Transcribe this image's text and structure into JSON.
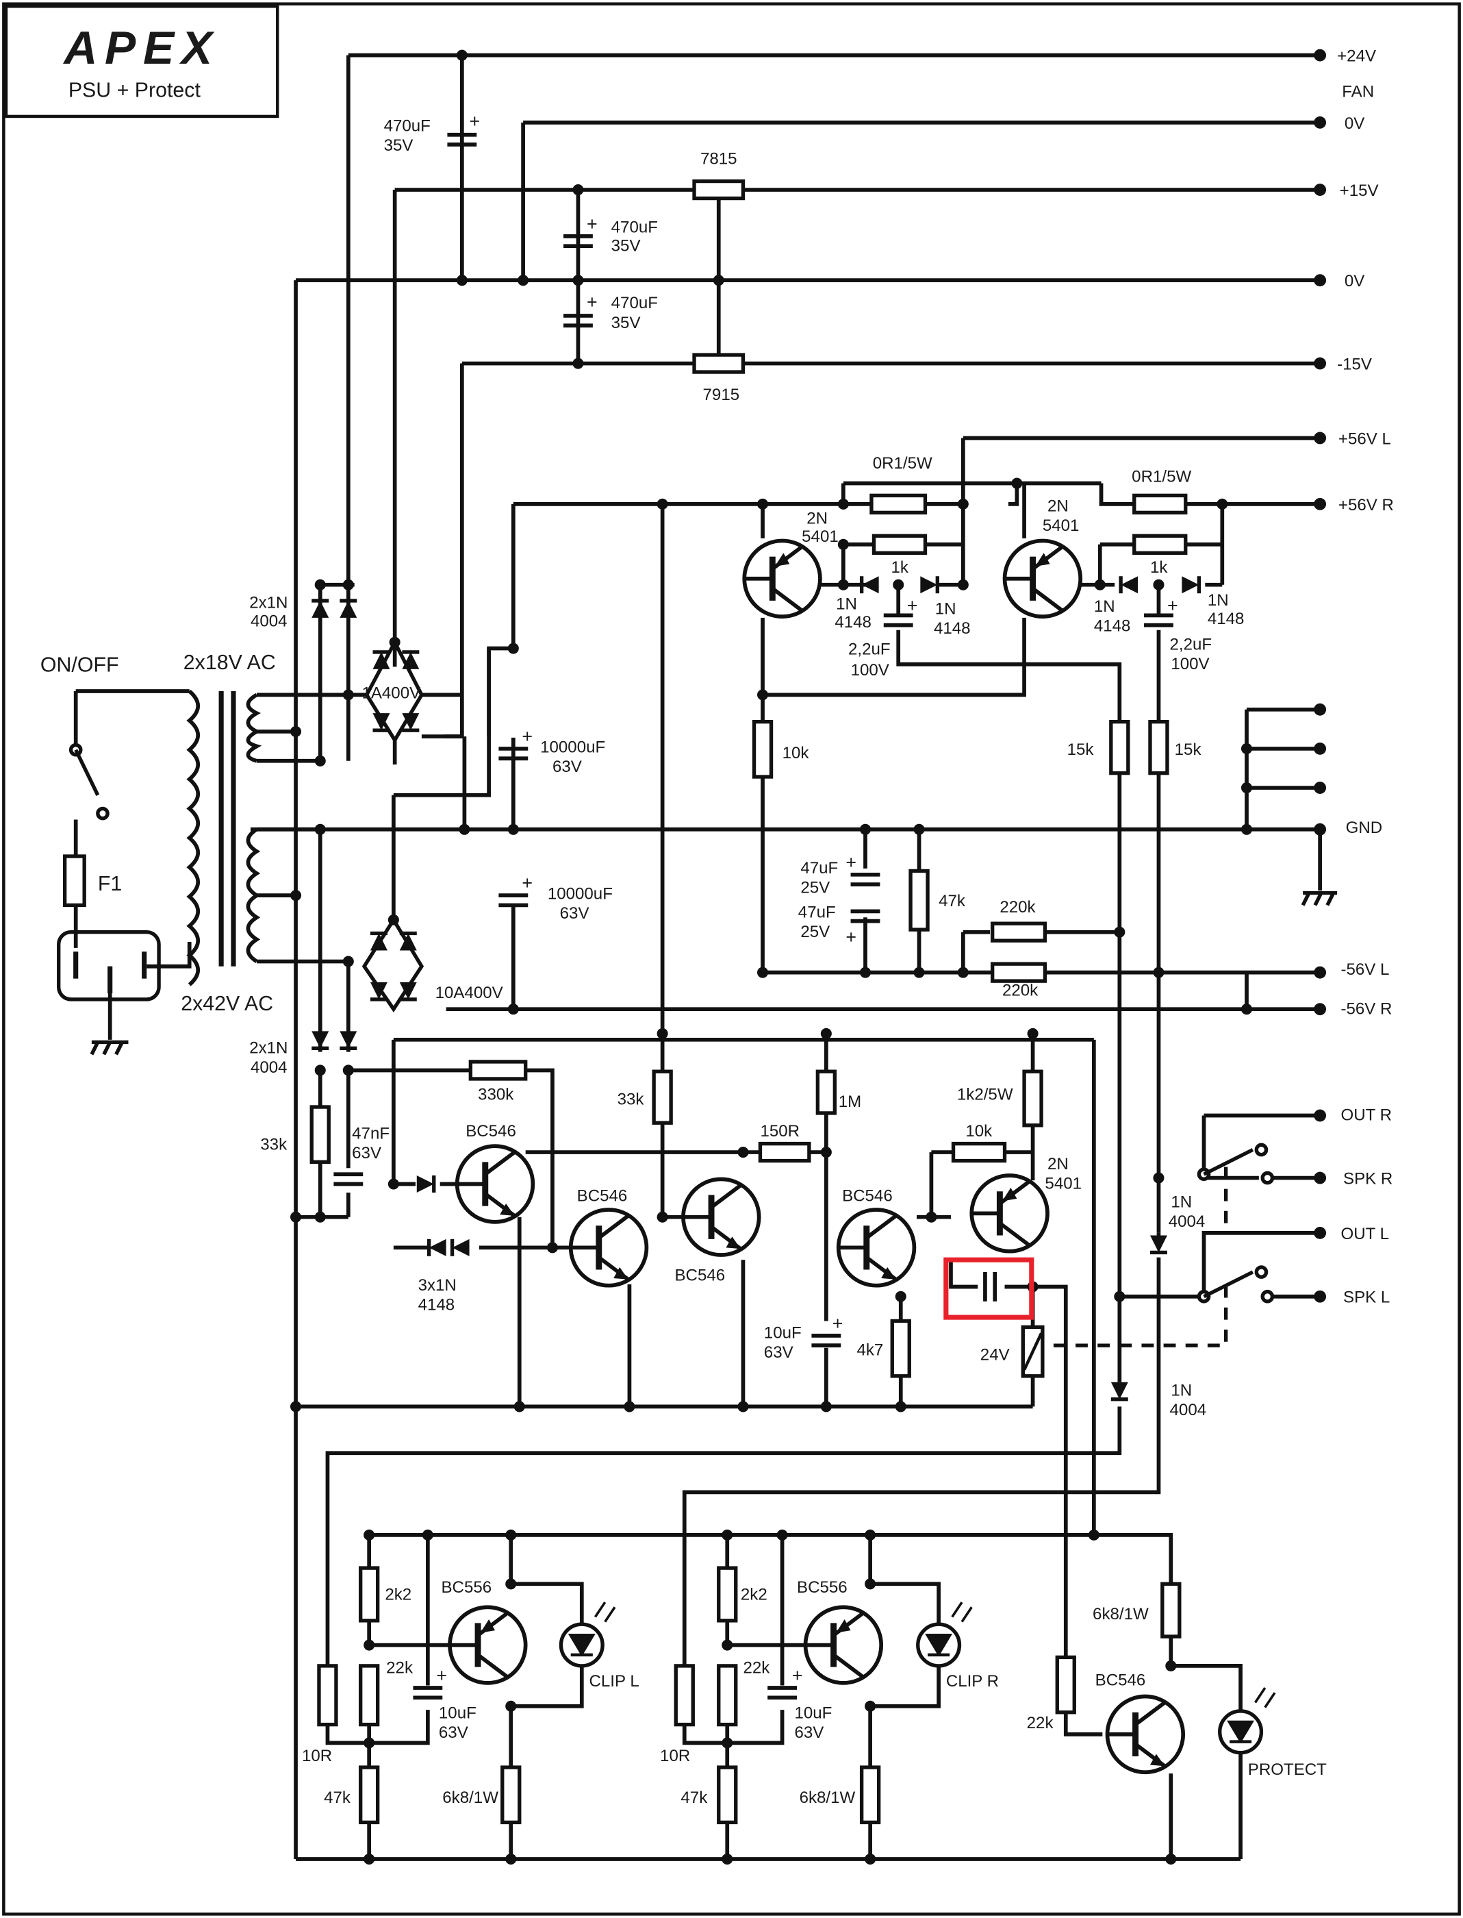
{
  "logo": {
    "text": "APEX",
    "subtitle": "PSU + Protect"
  },
  "power_outputs": [
    {
      "label": "+24V"
    },
    {
      "label": "FAN"
    },
    {
      "label": "0V"
    },
    {
      "label": "+15V"
    },
    {
      "label": "0V"
    },
    {
      "label": "-15V"
    },
    {
      "label": "+56V L"
    },
    {
      "label": "+56V R"
    },
    {
      "label": "GND"
    },
    {
      "label": "-56V L"
    },
    {
      "label": "-56V R"
    }
  ],
  "speaker_terminals": [
    {
      "label": "OUT R"
    },
    {
      "label": "SPK R"
    },
    {
      "label": "OUT L"
    },
    {
      "label": "SPK L"
    }
  ],
  "mains": {
    "switch_label": "ON/OFF",
    "fuse_label": "F1",
    "secondary_top": "2x18V AC",
    "secondary_bottom": "2x42V AC"
  },
  "components": {
    "c_470_top": [
      "470uF",
      "35V"
    ],
    "c_470_mid1": [
      "470uF",
      "35V"
    ],
    "c_470_mid2": [
      "470uF",
      "35V"
    ],
    "reg_pos": "7815",
    "reg_neg": "7915",
    "res_0r1_l": "0R1/5W",
    "res_0r1_r": "0R1/5W",
    "q_2n5401_l": [
      "2N",
      "5401"
    ],
    "q_2n5401_r": [
      "2N",
      "5401"
    ],
    "res_1k_l": "1k",
    "res_1k_r": "1k",
    "d_1n4148_l1": [
      "1N",
      "4148"
    ],
    "d_1n4148_l2": [
      "1N",
      "4148"
    ],
    "d_1n4148_r1": [
      "1N",
      "4148"
    ],
    "d_1n4148_r2": [
      "1N",
      "4148"
    ],
    "c_2u2_l": [
      "2,2uF",
      "100V"
    ],
    "c_2u2_r": [
      "2,2uF",
      "100V"
    ],
    "d_bridge_upper": [
      "2x1N",
      "4004"
    ],
    "bridge_small": "1A400V",
    "c_10000_top": [
      "10000uF",
      "63V"
    ],
    "c_10000_bot": [
      "10000uF",
      "63V"
    ],
    "res_10k_mid": "10k",
    "res_15k_a": "15k",
    "res_15k_b": "15k",
    "c_47u_a": [
      "47uF",
      "25V"
    ],
    "c_47u_b": [
      "47uF",
      "25V"
    ],
    "res_47k_mid": "47k",
    "res_220k_a": "220k",
    "res_220k_b": "220k",
    "bridge_big": "10A400V",
    "d_bridge_lower": [
      "2x1N",
      "4004"
    ],
    "res_330k": "330k",
    "res_33k_left": "33k",
    "c_47n": [
      "47nF",
      "63V"
    ],
    "q_bc546_a": "BC546",
    "d_3x1n4148": [
      "3x1N",
      "4148"
    ],
    "q_bc546_b": "BC546",
    "res_33k_mid": "33k",
    "q_bc546_c": "BC546",
    "res_150r": "150R",
    "res_1m": "1M",
    "c_10u_mid": [
      "10uF",
      "63V"
    ],
    "q_bc546_d": "BC546",
    "res_4k7": "4k7",
    "res_1k2": "1k2/5W",
    "res_10k_b": "10k",
    "q_2n5401_c": [
      "2N",
      "5401"
    ],
    "relay": "24V",
    "d_1n4004_a": [
      "1N",
      "4004"
    ],
    "d_1n4004_b": [
      "1N",
      "4004"
    ],
    "res_2k2_l": "2k2",
    "q_bc556_l": "BC556",
    "res_22k_l": "22k",
    "c_10u_l": [
      "10uF",
      "63V"
    ],
    "res_10r_l": "10R",
    "res_47k_l": "47k",
    "res_6k8_l": "6k8/1W",
    "led_clip_l": "CLIP L",
    "res_2k2_r": "2k2",
    "q_bc556_r": "BC556",
    "res_22k_r": "22k",
    "c_10u_r": [
      "10uF",
      "63V"
    ],
    "res_10r_r": "10R",
    "res_47k_r": "47k",
    "res_6k8_r": "6k8/1W",
    "led_clip_r": "CLIP R",
    "res_6k8_p": "6k8/1W",
    "q_bc546_p": "BC546",
    "res_22k_p": "22k",
    "led_protect": "PROTECT"
  },
  "highlight_color": "#e8222b",
  "ink_color": "#111111"
}
